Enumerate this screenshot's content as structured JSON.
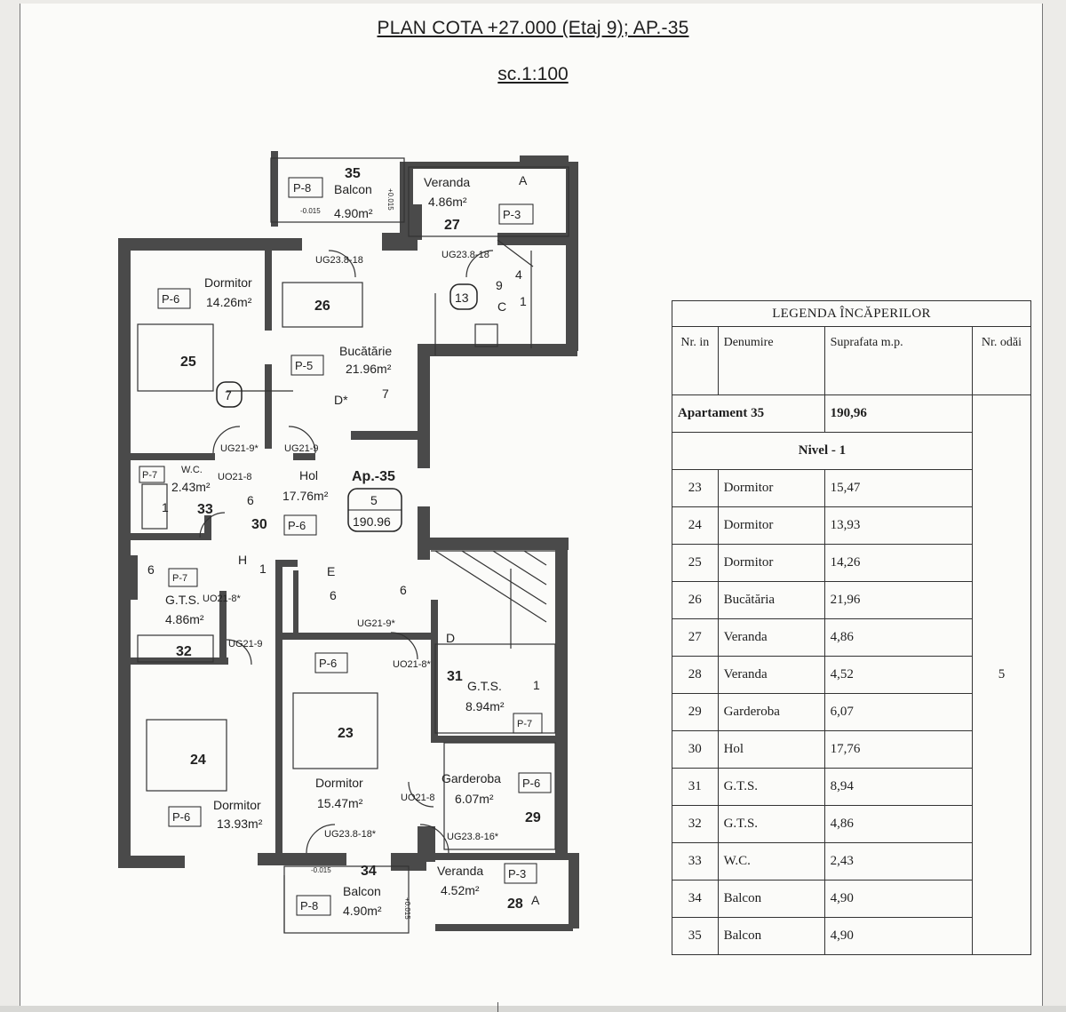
{
  "title": "PLAN COTA +27.000 (Etaj 9); AP.-35",
  "scale": "sc.1:100",
  "colors": {
    "wall": "#4a4a4a",
    "paper": "#fbfbf9",
    "ink": "#1e1e1e"
  },
  "plan": {
    "rooms": [
      {
        "id": "35",
        "name": "Balcon",
        "area": "4.90m²",
        "tag": "P-8"
      },
      {
        "id": "27",
        "name": "Veranda",
        "area": "4.86m²",
        "tag": "P-3",
        "mark": "A"
      },
      {
        "id": "25",
        "name": "Dormitor",
        "area": "14.26m²",
        "tag": "P-6"
      },
      {
        "id": "26",
        "name": "Bucătărie",
        "area": "21.96m²",
        "tag": "P-5"
      },
      {
        "id": "33",
        "name": "W.C.",
        "area": "2.43m²",
        "tag": "P-7"
      },
      {
        "id": "30",
        "name": "Hol",
        "area": "17.76m²",
        "tag": "P-6"
      },
      {
        "id": "32",
        "name": "G.T.S.",
        "area": "4.86m²",
        "tag": "P-7"
      },
      {
        "id": "31",
        "name": "G.T.S.",
        "area": "8.94m²",
        "tag": "P-7"
      },
      {
        "id": "23",
        "name": "Dormitor",
        "area": "15.47m²",
        "tag": "P-6"
      },
      {
        "id": "24",
        "name": "Dormitor",
        "area": "13.93m²",
        "tag": "P-6"
      },
      {
        "id": "29",
        "name": "Garderoba",
        "area": "6.07m²",
        "tag": "P-6"
      },
      {
        "id": "34",
        "name": "Balcon",
        "area": "4.90m²",
        "tag": "P-8"
      },
      {
        "id": "28",
        "name": "Veranda",
        "area": "4.52m²",
        "tag": "P-3",
        "mark": "A"
      }
    ],
    "apartment_tag": {
      "label": "Ap.-35",
      "rooms": "5",
      "area": "190.96"
    },
    "doors": {
      "ug23_top_left": "UG23.8-18",
      "ug23_top_right": "UG23.8-18",
      "ug21_9_a": "UG21-9*",
      "ug21_9_b": "UG21-9",
      "uo21_8_wc": "UO21-8",
      "uo21_8_gts": "UO21-8*",
      "ug21_9_c": "UG21-9",
      "ug21_9_d": "UG21-9*",
      "uo21_8_d": "UO21-8*",
      "uo21_8_g": "UO21-8",
      "ug23_bot_left": "UG23.8-18*",
      "ug23_bot_right": "UG23.8-16*"
    },
    "level_marks": [
      "+0.015",
      "-0.015",
      "-0.015",
      "+0.015"
    ],
    "bubbles": [
      "13",
      "7"
    ],
    "marks": {
      "c": "C",
      "d_star": "D*",
      "seven": "7",
      "nine": "9",
      "four": "4",
      "one": "1",
      "six_a": "6",
      "six_b": "6",
      "six_c": "6",
      "six_d": "6",
      "h": "H",
      "h1": "1",
      "e": "E",
      "d": "D",
      "gts_one": "1",
      "wc_one": "1"
    }
  },
  "legend": {
    "caption": "LEGENDA ÎNCĂPERILOR",
    "headers": {
      "nr": "Nr. in",
      "name": "Denumire",
      "area": "Suprafata m.p.",
      "rooms": "Nr. odăi"
    },
    "apartment": {
      "name": "Apartament 35",
      "area": "190,96"
    },
    "level": "Nivel - 1",
    "rooms_count": "5",
    "rows": [
      {
        "nr": "23",
        "name": "Dormitor",
        "area": "15,47"
      },
      {
        "nr": "24",
        "name": "Dormitor",
        "area": "13,93"
      },
      {
        "nr": "25",
        "name": "Dormitor",
        "area": "14,26"
      },
      {
        "nr": "26",
        "name": "Bucătăria",
        "area": "21,96"
      },
      {
        "nr": "27",
        "name": "Veranda",
        "area": "4,86"
      },
      {
        "nr": "28",
        "name": "Veranda",
        "area": "4,52"
      },
      {
        "nr": "29",
        "name": "Garderoba",
        "area": "6,07"
      },
      {
        "nr": "30",
        "name": "Hol",
        "area": "17,76"
      },
      {
        "nr": "31",
        "name": "G.T.S.",
        "area": "8,94"
      },
      {
        "nr": "32",
        "name": "G.T.S.",
        "area": "4,86"
      },
      {
        "nr": "33",
        "name": "W.C.",
        "area": "2,43"
      },
      {
        "nr": "34",
        "name": "Balcon",
        "area": "4,90"
      },
      {
        "nr": "35",
        "name": "Balcon",
        "area": "4,90"
      }
    ]
  }
}
